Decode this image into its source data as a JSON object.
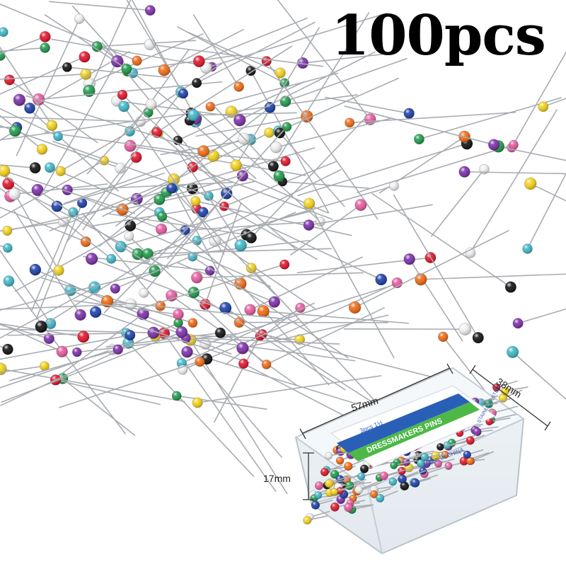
{
  "headline": "100pcs",
  "dimensions": {
    "width": "57mm",
    "depth": "38mm",
    "height": "17mm"
  },
  "box_label": {
    "brand": "DRESSMAKERS PINS",
    "count": "3pcs 1½",
    "material": "STAINLESS STEEL",
    "origin": "MADE IN CHINA"
  },
  "colors": {
    "pin_heads": [
      "#e3132b",
      "#f5d21a",
      "#1f9a4a",
      "#1c3fa8",
      "#f26a12",
      "#111111",
      "#f0f0f0",
      "#3fb7c9",
      "#7b2fa8",
      "#e85aa0"
    ],
    "shaft": "#a8acb2",
    "box_band_blue": "#2a5fb8",
    "box_band_green": "#4db848"
  }
}
